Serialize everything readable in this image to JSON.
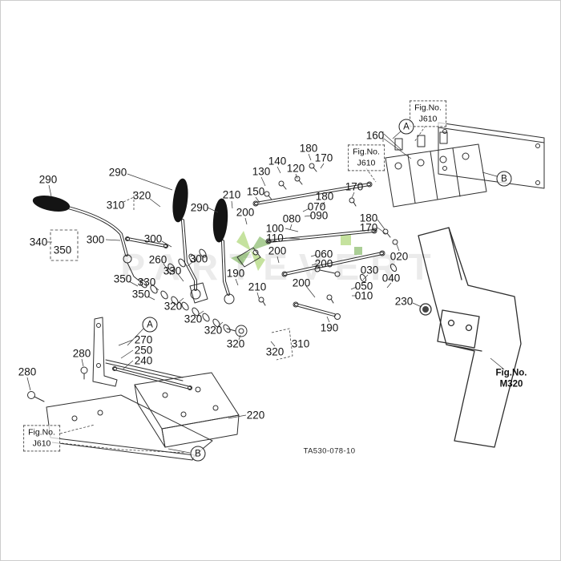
{
  "page": {
    "background": "#ffffff",
    "border_color": "#cccccc"
  },
  "drawing": {
    "code": "TA530-078-10",
    "watermark_text": "PARTEVERT",
    "watermark_green_light": "#8dc63f",
    "watermark_green_dark": "#5a9e2f"
  },
  "fig_refs": [
    {
      "line1": "Fig.No.",
      "line2": "J610"
    },
    {
      "line1": "Fig.No.",
      "line2": "J610"
    },
    {
      "line1": "Fig.No.",
      "line2": "J610"
    },
    {
      "line1": "Fig.No.",
      "line2": "M320"
    }
  ],
  "view_markers": [
    "A",
    "A",
    "B",
    "B"
  ],
  "labels": [
    "160",
    "180",
    "170",
    "140",
    "120",
    "130",
    "290",
    "290",
    "150",
    "170",
    "210",
    "320",
    "310",
    "290",
    "180",
    "070",
    "090",
    "080",
    "200",
    "180",
    "170",
    "100",
    "110",
    "300",
    "300",
    "340",
    "350",
    "200",
    "020",
    "260",
    "300",
    "060",
    "200",
    "330",
    "030",
    "040",
    "350",
    "330",
    "190",
    "210",
    "200",
    "050",
    "010",
    "350",
    "320",
    "230",
    "320",
    "320",
    "190",
    "270",
    "250",
    "240",
    "320",
    "310",
    "320",
    "280",
    "280",
    "220"
  ]
}
